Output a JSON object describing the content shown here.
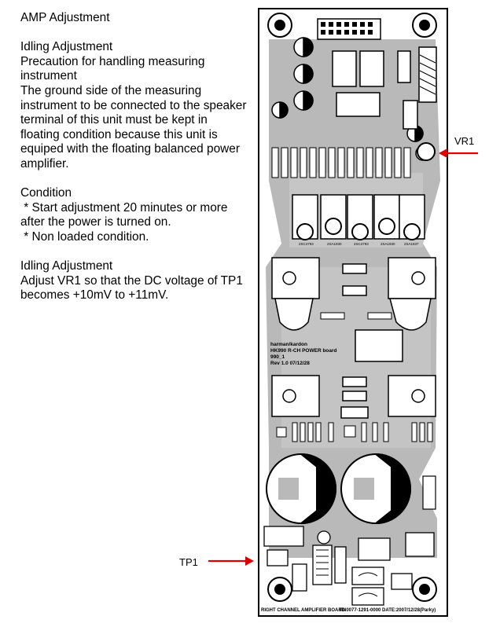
{
  "text": {
    "heading": "AMP Adjustment",
    "section1_title": "Idling Adjustment",
    "precaution": "Precaution for handling measuring instrument",
    "precaution_body": "The ground side of the measuring instrument to be connected to the speaker terminal of this unit must be kept in floating condition because this unit is equiped with the floating balanced power amplifier.",
    "condition_title": "Condition",
    "condition_1": " * Start adjustment 20 minutes or more after the power is turned on.",
    "condition_2": " * Non loaded condition.",
    "section2_title": "Idling Adjustment",
    "adjust_body": "Adjust VR1 so that the DC voltage of TP1 becomes +10mV to +11mV."
  },
  "callouts": {
    "vr1": "VR1",
    "tp1": "TP1"
  },
  "board": {
    "silk_line1": "harman/kardon",
    "silk_line2": "HK990 R-CH POWER board",
    "silk_line3": "990_1",
    "silk_line4": "Rev 1.0 07/12/28",
    "footer_left": "RIGHT CHANNEL AMPLIFIER BOARD",
    "footer_right": "PN0077-1291-0000 DATE:2007/12/28(Parky)",
    "transistors": [
      "2SC4793",
      "2SA1930",
      "2SC4793",
      "2SA1930",
      "2SA1837"
    ]
  },
  "colors": {
    "arrow": "#e00000",
    "copper": "#b9b9b9",
    "silk": "#000000"
  }
}
